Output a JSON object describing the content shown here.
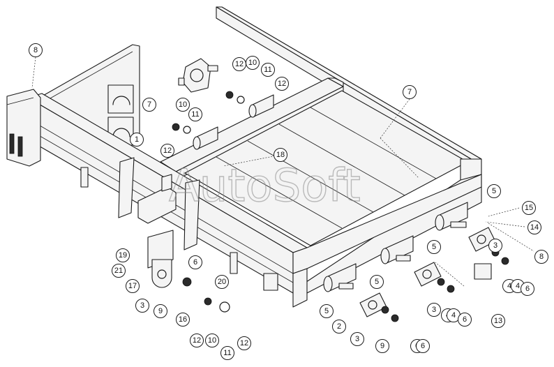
{
  "watermark": "AutoSoft",
  "callouts": [
    {
      "label": "1"
    },
    {
      "label": "2"
    },
    {
      "label": "3"
    },
    {
      "label": "3"
    },
    {
      "label": "3"
    },
    {
      "label": "3"
    },
    {
      "label": "4"
    },
    {
      "label": "4"
    },
    {
      "label": "4"
    },
    {
      "label": "4"
    },
    {
      "label": "5"
    },
    {
      "label": "5"
    },
    {
      "label": "5"
    },
    {
      "label": "5"
    },
    {
      "label": "6"
    },
    {
      "label": "6"
    },
    {
      "label": "6"
    },
    {
      "label": "6"
    },
    {
      "label": "6"
    },
    {
      "label": "7"
    },
    {
      "label": "7"
    },
    {
      "label": "8"
    },
    {
      "label": "8"
    },
    {
      "label": "9"
    },
    {
      "label": "9"
    },
    {
      "label": "10"
    },
    {
      "label": "10"
    },
    {
      "label": "10"
    },
    {
      "label": "11"
    },
    {
      "label": "11"
    },
    {
      "label": "11"
    },
    {
      "label": "12"
    },
    {
      "label": "12"
    },
    {
      "label": "12"
    },
    {
      "label": "12"
    },
    {
      "label": "12"
    },
    {
      "label": "13"
    },
    {
      "label": "14"
    },
    {
      "label": "15"
    },
    {
      "label": "16"
    },
    {
      "label": "17"
    },
    {
      "label": "18"
    },
    {
      "label": "19"
    },
    {
      "label": "20"
    },
    {
      "label": "21"
    }
  ]
}
